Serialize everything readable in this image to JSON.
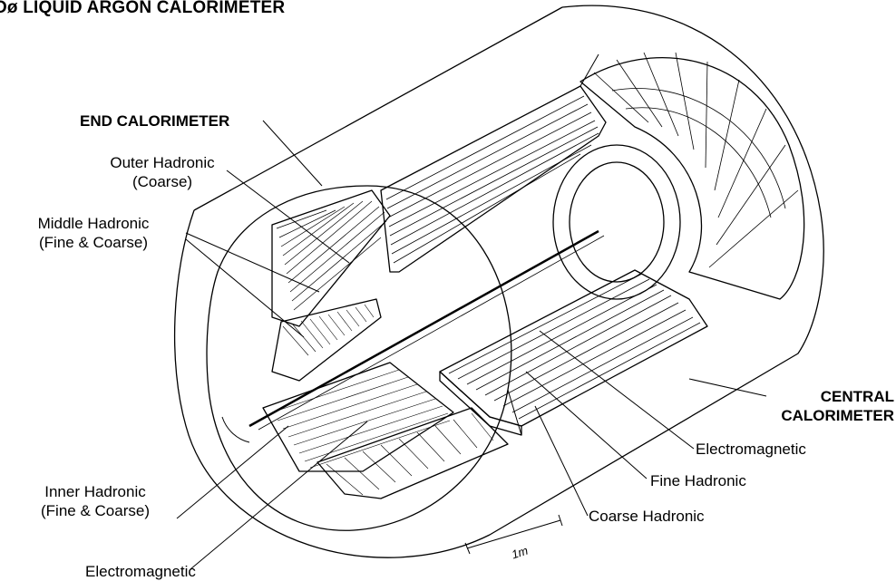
{
  "title": "Dø LIQUID ARGON CALORIMETER",
  "labels": {
    "end_calorimeter": "END CALORIMETER",
    "outer_hadronic": [
      "Outer Hadronic",
      "(Coarse)"
    ],
    "middle_hadronic": [
      "Middle Hadronic",
      "(Fine & Coarse)"
    ],
    "inner_hadronic": [
      "Inner Hadronic",
      "(Fine & Coarse)"
    ],
    "electromagnetic_left": "Electromagnetic",
    "central_calorimeter": [
      "CENTRAL",
      "CALORIMETER"
    ],
    "electromagnetic_right": "Electromagnetic",
    "fine_hadronic": "Fine Hadronic",
    "coarse_hadronic": "Coarse Hadronic",
    "scale": "1m"
  },
  "colors": {
    "line": "#000000",
    "background": "#ffffff"
  }
}
